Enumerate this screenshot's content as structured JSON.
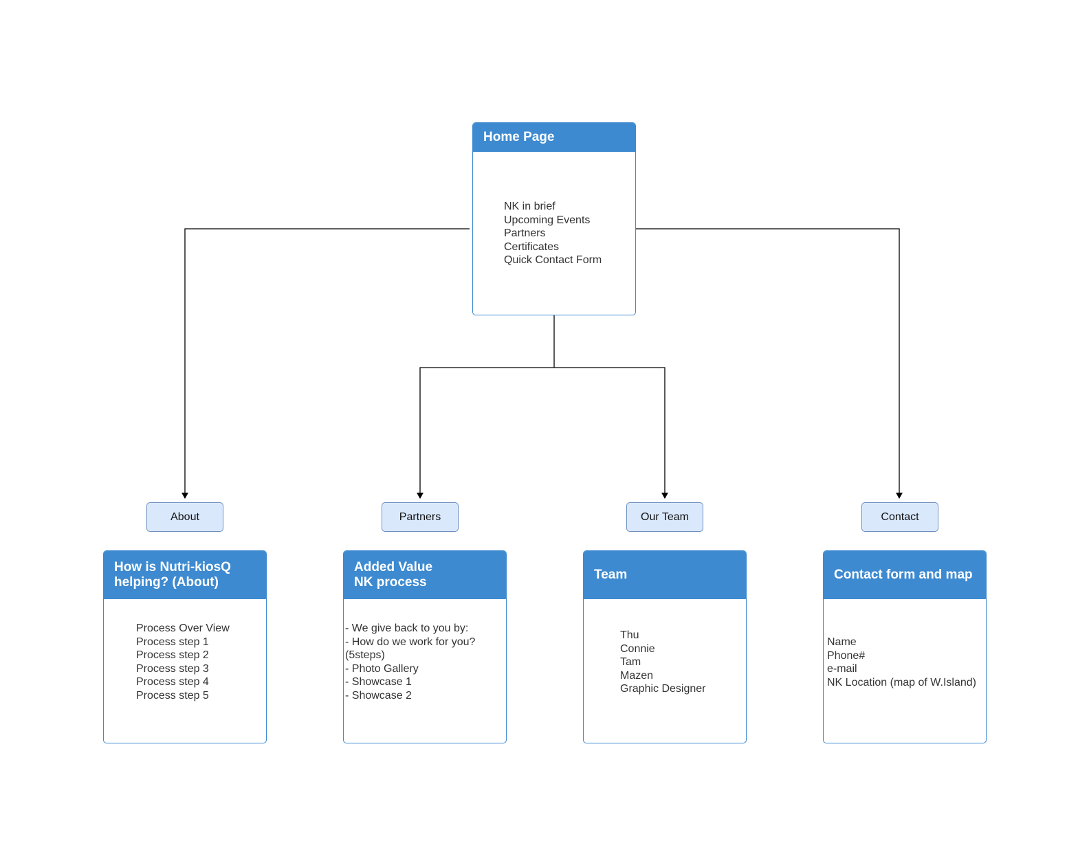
{
  "colors": {
    "header": "#3d8ad0",
    "border": "#3d8ad0",
    "nav_fill": "#dae8fc",
    "nav_border": "#6c8ebf",
    "line": "#000000"
  },
  "home": {
    "title": "Home Page",
    "items": "NK in brief\nUpcoming Events\nPartners\nCertificates\nQuick Contact Form"
  },
  "nav": {
    "about": "About",
    "partners": "Partners",
    "team": "Our Team",
    "contact": "Contact"
  },
  "pages": {
    "about": {
      "title": "How is Nutri-kiosQ\nhelping? (About)",
      "body": "Process Over View\nProcess step 1\nProcess step 2\nProcess step 3\nProcess step 4\nProcess step 5"
    },
    "partners": {
      "title": "Added Value\nNK process",
      "body": "- We give back to you by:\n- How do we work for you?\n(5steps)\n- Photo Gallery\n- Showcase 1\n- Showcase 2"
    },
    "team": {
      "title": "Team",
      "body": "Thu\nConnie\nTam\nMazen\nGraphic Designer"
    },
    "contact": {
      "title": "Contact form and map",
      "body": "Name\nPhone#\ne-mail\nNK Location (map of W.Island)"
    }
  }
}
